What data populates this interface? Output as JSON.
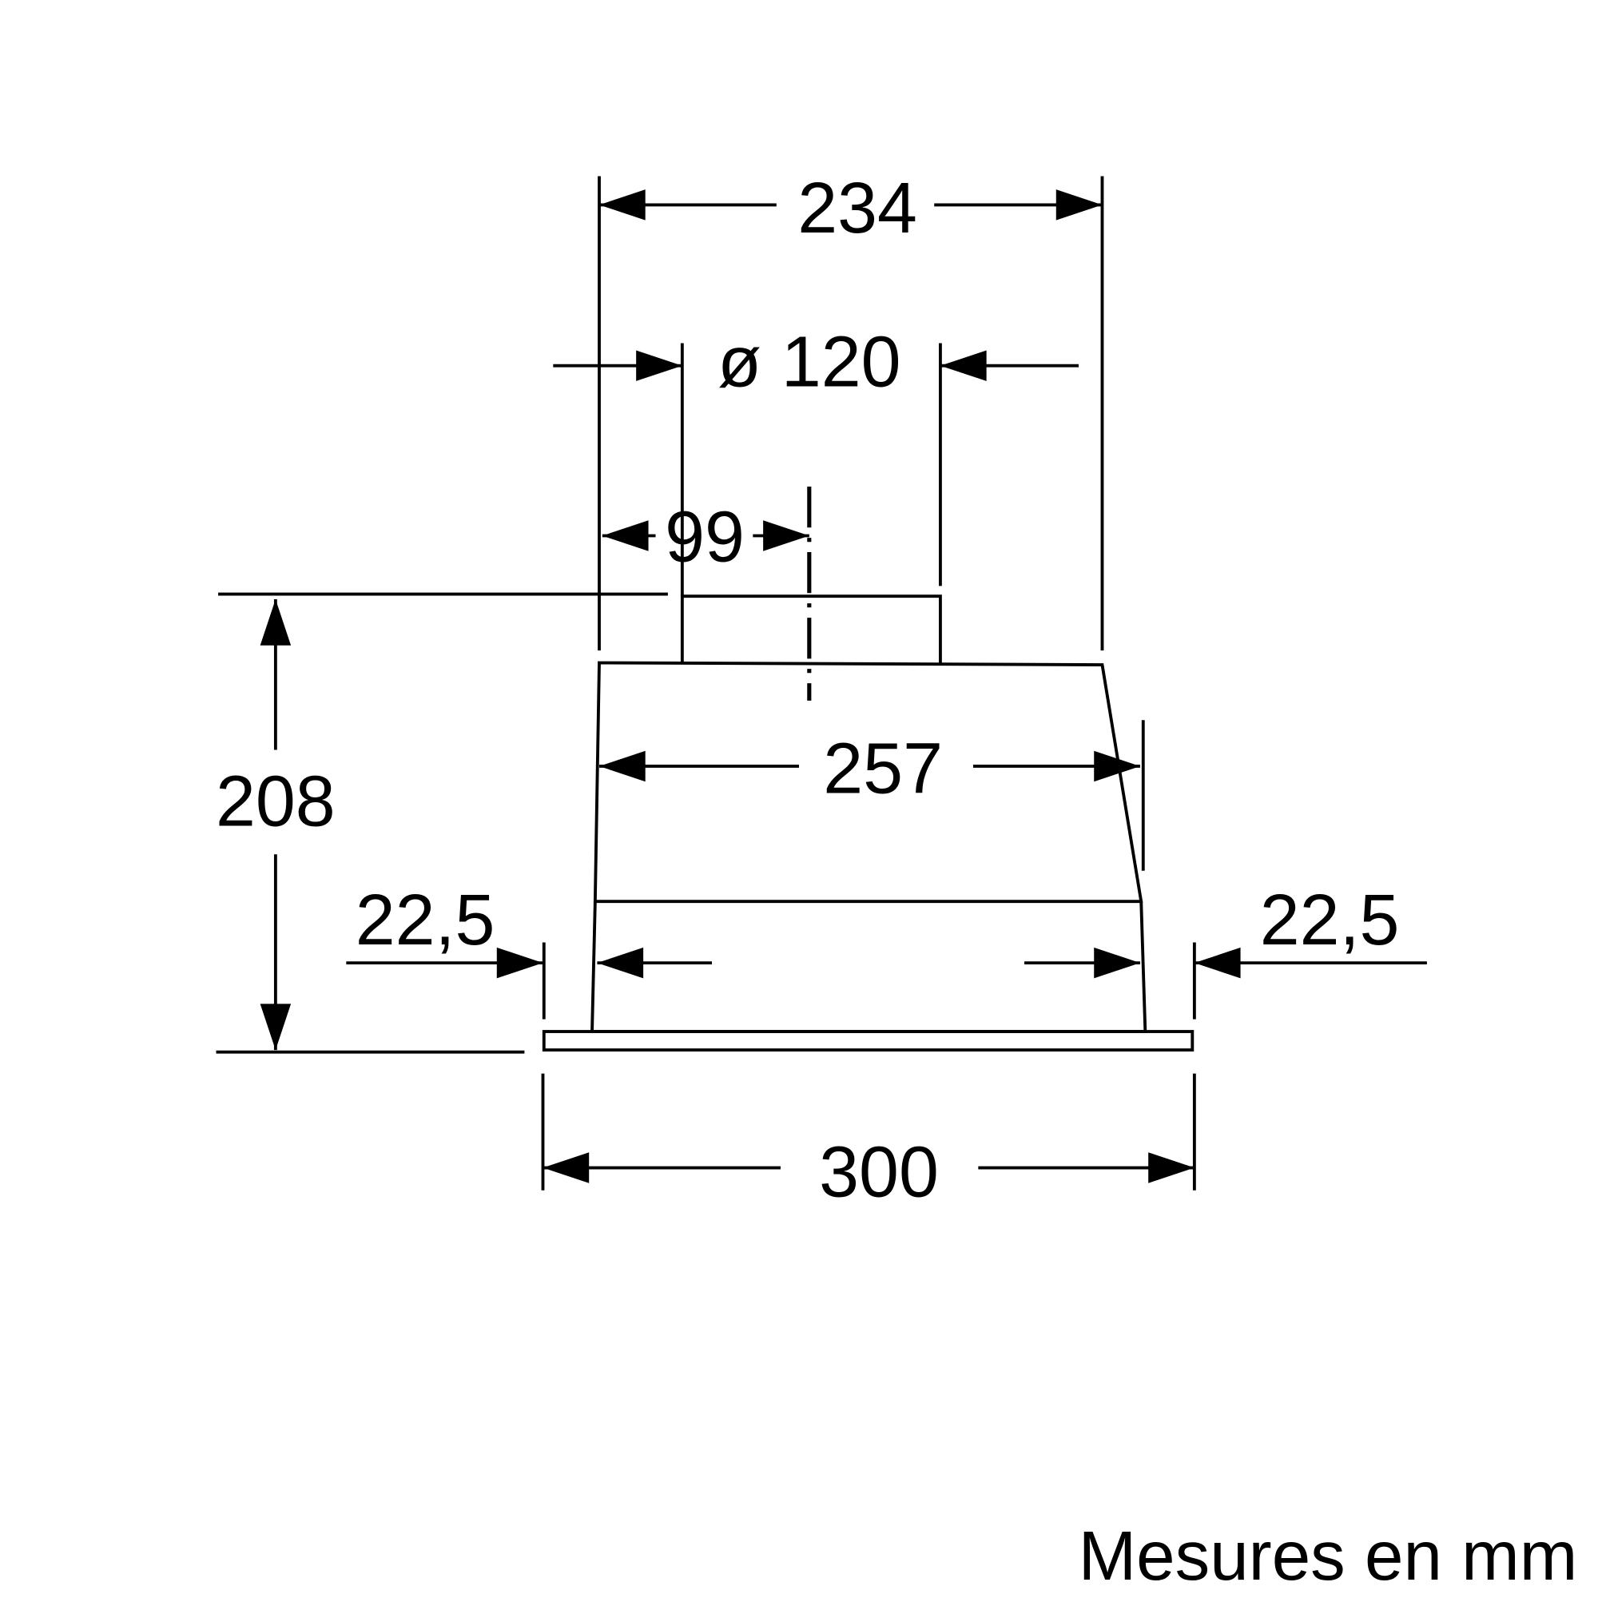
{
  "dimensions": {
    "top_width": "234",
    "duct_diameter": "ø 120",
    "duct_offset": "99",
    "body_width": "257",
    "height": "208",
    "left_margin": "22,5",
    "right_margin": "22,5",
    "total_width": "300"
  },
  "units_note": "Mesures en mm"
}
